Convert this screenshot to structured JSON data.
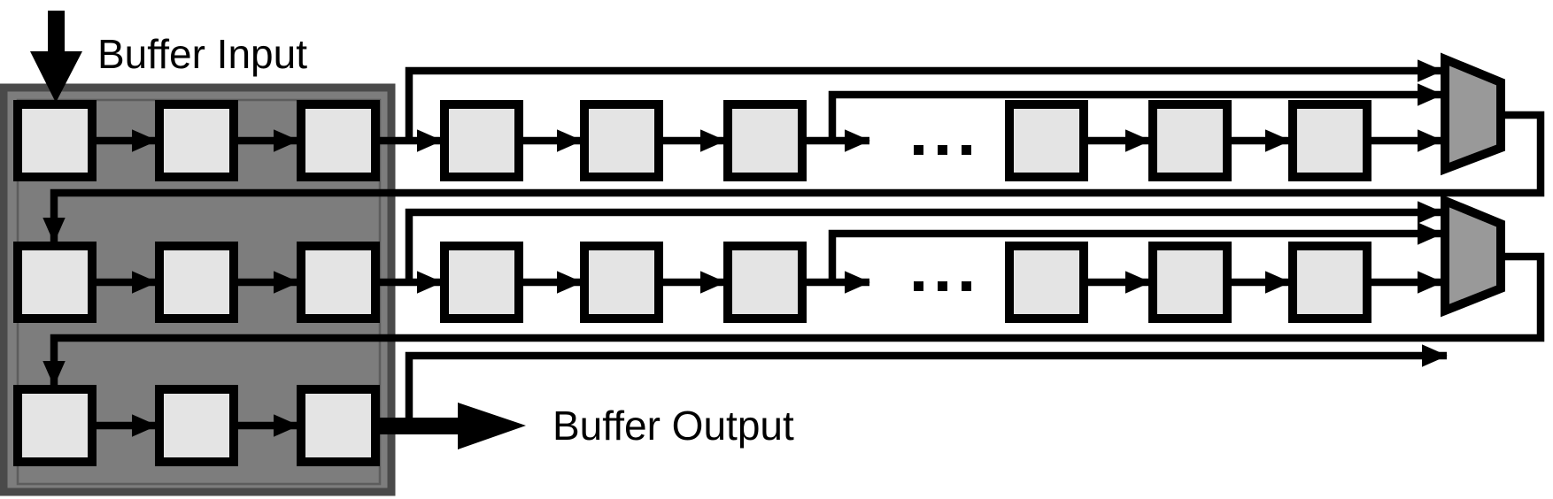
{
  "diagram": {
    "kind": "block-diagram",
    "subject": "line buffer with shift registers and feedback multiplexers",
    "labels": {
      "input": "Buffer Input",
      "output": "Buffer Output",
      "ellipsis": "..."
    },
    "colors": {
      "background": "#ffffff",
      "wire": "#000000",
      "register_fill": "#e4e4e4",
      "register_stroke": "#000000",
      "panel_fill": "#7d7d7d",
      "panel_border": "#4a4a4a",
      "panel_inner_line": "#5d5d5d",
      "mux_fill": "#999999"
    },
    "structure": {
      "window_rows": 3,
      "window_cols": 3,
      "rows": [
        {
          "name": "row-1",
          "registers_in_window": 3,
          "registers_after_window": 6,
          "ellipsis": true,
          "mux": true,
          "mux_inputs": 3,
          "feeds": "row-2"
        },
        {
          "name": "row-2",
          "registers_in_window": 3,
          "registers_after_window": 6,
          "ellipsis": true,
          "mux": true,
          "mux_inputs": 3,
          "feeds": "row-3"
        },
        {
          "name": "row-3",
          "registers_in_window": 3,
          "registers_after_window": 0,
          "ellipsis": false,
          "mux": false,
          "feeds": "buffer-output"
        }
      ]
    }
  }
}
